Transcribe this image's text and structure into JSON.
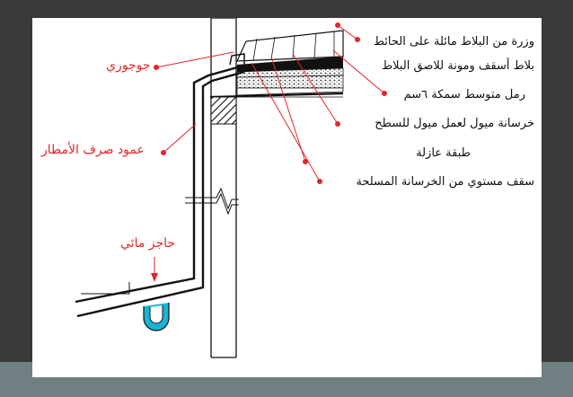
{
  "diagram": {
    "right_labels": [
      "وزرة من البلاط مائلة على الحائط",
      "بلاط أسقف ومونة للاصق البلاط",
      "رمل متوسط سمكة ٦سم",
      "خرسانة ميول لعمل ميول للسطح",
      "طبقة عازلة",
      "سقف مستوي من الخرسانة المسلحة"
    ],
    "left_labels": {
      "gutter": "جوجوري",
      "downpipe": "عمود صرف الأمطار",
      "water_barrier": "حاجز مائي"
    },
    "colors": {
      "background": "#3a3a3a",
      "panel": "#ffffff",
      "bottom_band": "#6f7f82",
      "leader_red": "#e3262a",
      "label_black": "#111111",
      "trap_fill": "#18b4d4"
    }
  }
}
